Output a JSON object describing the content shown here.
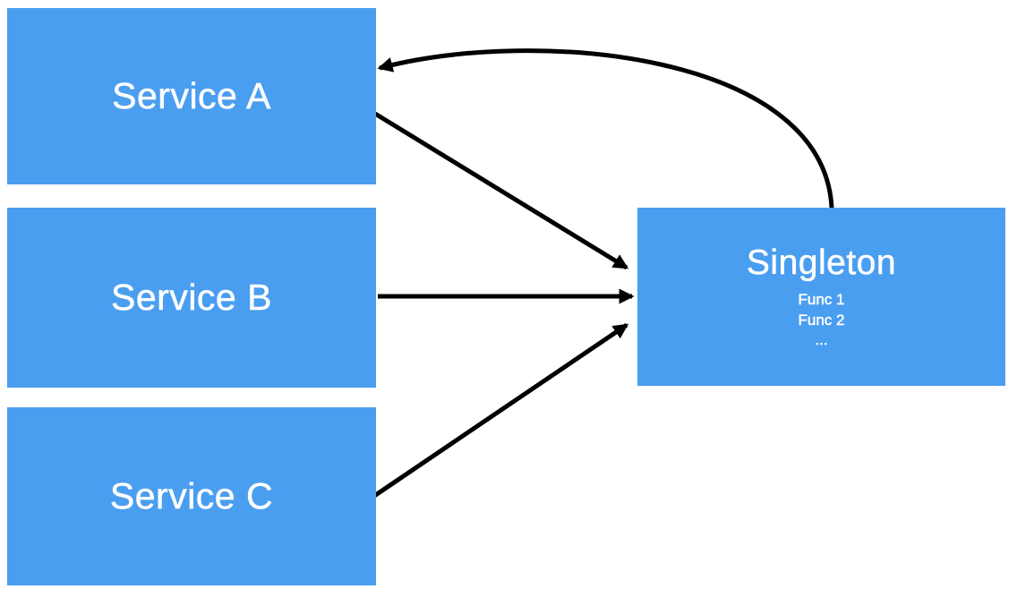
{
  "diagram": {
    "background_color": "#ffffff",
    "node_fill_color": "#4A9EF0",
    "node_text_color": "#ffffff",
    "arrow_color": "#000000",
    "nodes": [
      {
        "id": "service-a",
        "label": "Service A"
      },
      {
        "id": "service-b",
        "label": "Service B"
      },
      {
        "id": "service-c",
        "label": "Service C"
      },
      {
        "id": "singleton",
        "label": "Singleton",
        "sublabels": [
          "Func 1",
          "Func 2",
          "..."
        ]
      }
    ],
    "edges": [
      {
        "from": "service-a",
        "to": "singleton",
        "style": "straight"
      },
      {
        "from": "service-b",
        "to": "singleton",
        "style": "straight"
      },
      {
        "from": "service-c",
        "to": "singleton",
        "style": "straight"
      },
      {
        "from": "singleton",
        "to": "service-a",
        "style": "curved"
      }
    ]
  }
}
